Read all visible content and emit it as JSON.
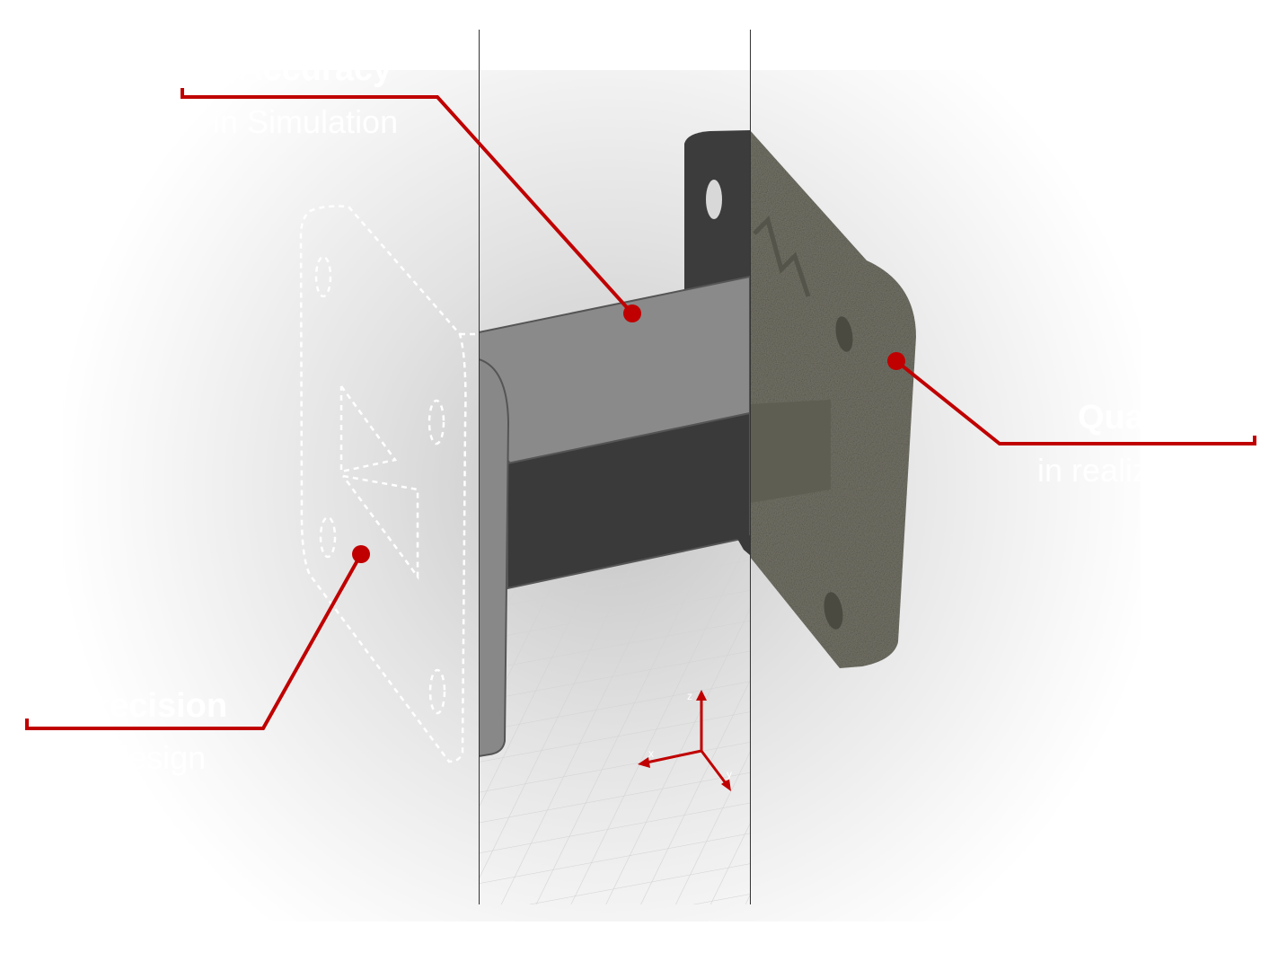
{
  "callouts": [
    {
      "title": "Accuracy",
      "subtitle": "in Simulation"
    },
    {
      "title": "Quality",
      "subtitle": "in realization"
    },
    {
      "title": "Precision",
      "subtitle": "in design"
    }
  ],
  "axes": {
    "z": "z",
    "x": "x",
    "y": "y"
  },
  "colors": {
    "accent": "#c00000",
    "beam_top": "#8a8a8a",
    "beam_front": "#3a3a3a",
    "printed_part": "#77766a"
  }
}
